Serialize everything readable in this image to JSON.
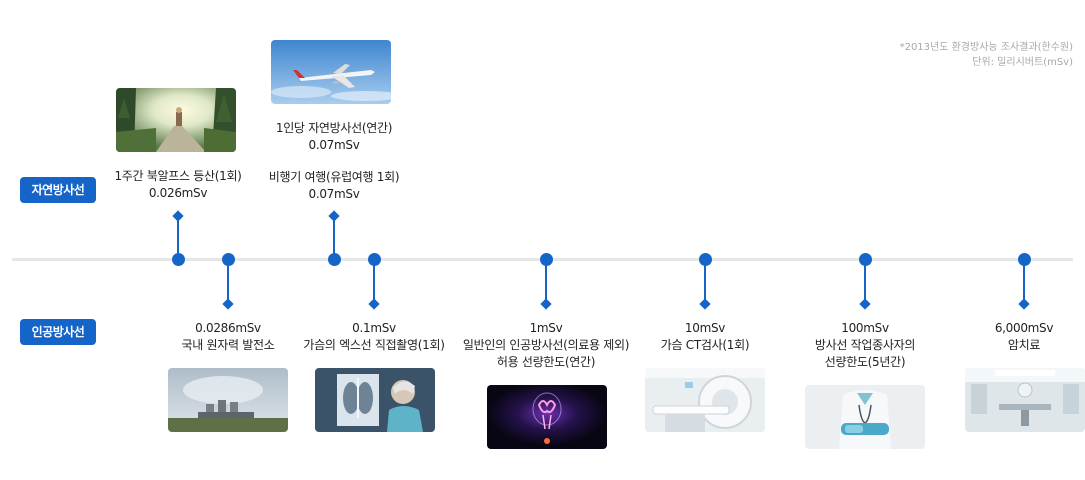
{
  "note": {
    "line1": "*2013년도 환경방사능 조사결과(한수원)",
    "line2": "단위: 밀리시버트(mSv)"
  },
  "categories": {
    "natural": "자연방사선",
    "artificial": "인공방사선"
  },
  "natural_items": [
    {
      "lines": [
        "1주간 북알프스 등산(1회)",
        "0.026mSv"
      ],
      "image": "forest-hiker-photo"
    },
    {
      "lines": [
        "1인당 자연방사선(연간)",
        "0.07mSv",
        "",
        "비행기 여행(유럽여행 1회)",
        "0.07mSv"
      ],
      "image": "airplane-sky-photo"
    }
  ],
  "artificial_items": [
    {
      "lines": [
        "0.0286mSv",
        "국내 원자력 발전소"
      ],
      "image": "power-plant-photo"
    },
    {
      "lines": [
        "0.1mSv",
        "가슴의 엑스선 직접촬영(1회)"
      ],
      "image": "chest-xray-photo"
    },
    {
      "lines": [
        "1mSv",
        "일반인의 인공방사선(의료용 제외)",
        "허용 선량한도(연간)"
      ],
      "image": "glowing-bulb-photo"
    },
    {
      "lines": [
        "10mSv",
        "가슴 CT검사(1회)"
      ],
      "image": "ct-scanner-photo"
    },
    {
      "lines": [
        "100mSv",
        "방사선 작업종사자의",
        "선량한도(5년간)"
      ],
      "image": "medical-worker-photo"
    },
    {
      "lines": [
        "6,000mSv",
        "암치료"
      ],
      "image": "treatment-room-photo"
    }
  ],
  "colors": {
    "accent": "#1565c8",
    "axis": "#e6e6e6",
    "note": "#a8a8a8"
  }
}
